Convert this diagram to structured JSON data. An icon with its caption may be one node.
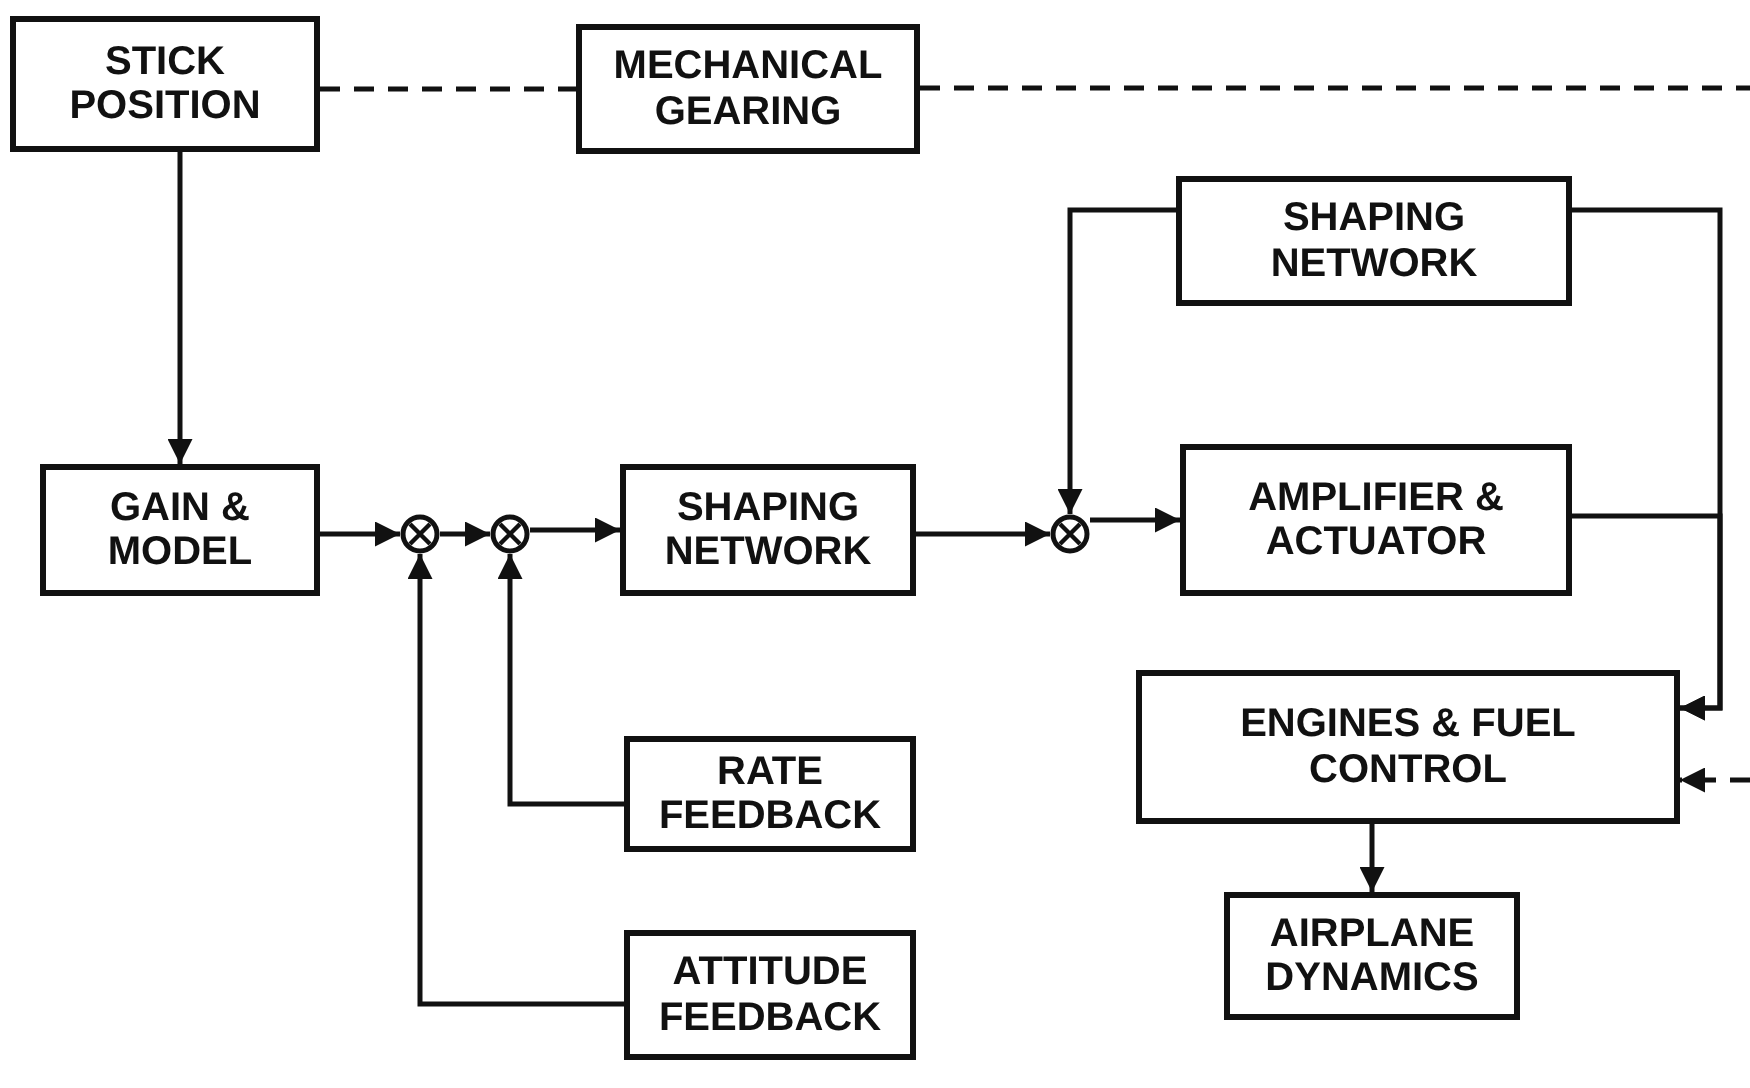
{
  "diagram": {
    "nodes": [
      {
        "text": [
          "STICK POSITION"
        ]
      },
      {
        "text": [
          "MECHANICAL GEARING"
        ]
      },
      {
        "text": [
          "SHAPING NETWORK"
        ]
      },
      {
        "text": [
          "GAIN & MODEL"
        ]
      },
      {
        "text": [],
        "shape": "circle"
      },
      {
        "text": [],
        "shape": "circle"
      },
      {
        "text": [
          "SHAPING NETWORK"
        ]
      },
      {
        "text": [],
        "shape": "circle"
      },
      {
        "text": [
          "AMPLIFIER & ACTUATOR"
        ]
      },
      {
        "text": [
          "ENGINES & FUEL CONTROL"
        ]
      },
      {
        "text": [
          "RATE FEEDBACK"
        ]
      },
      {
        "text": [
          "AIRPLANE DYNAMICS"
        ]
      },
      {
        "text": [
          "ATTITUDE FEEDBACK"
        ]
      }
    ],
    "edges": [
      {
        "from": 0,
        "to": 1,
        "arrow": "none",
        "style": "dashed"
      },
      {
        "from": 1,
        "to": null,
        "arrow": "none",
        "style": "dashed"
      },
      {
        "from": 0,
        "to": 3,
        "arrow": "to"
      },
      {
        "from": 3,
        "to": 4,
        "arrow": "to"
      },
      {
        "from": 4,
        "to": 5,
        "arrow": "to"
      },
      {
        "from": 5,
        "to": 6,
        "arrow": "to"
      },
      {
        "from": 6,
        "to": 7,
        "arrow": "to"
      },
      {
        "from": 2,
        "to": 7,
        "arrow": "to"
      },
      {
        "from": 7,
        "to": 8,
        "arrow": "to"
      },
      {
        "from": 2,
        "to": 9,
        "arrow": "to"
      },
      {
        "from": 8,
        "to": 9,
        "arrow": "to"
      },
      {
        "from": 10,
        "to": 5,
        "arrow": "to"
      },
      {
        "from": 12,
        "to": 4,
        "arrow": "to"
      },
      {
        "from": 9,
        "to": 11,
        "arrow": "to"
      },
      {
        "from": null,
        "to": 9,
        "arrow": "to",
        "style": "dashed"
      }
    ]
  }
}
